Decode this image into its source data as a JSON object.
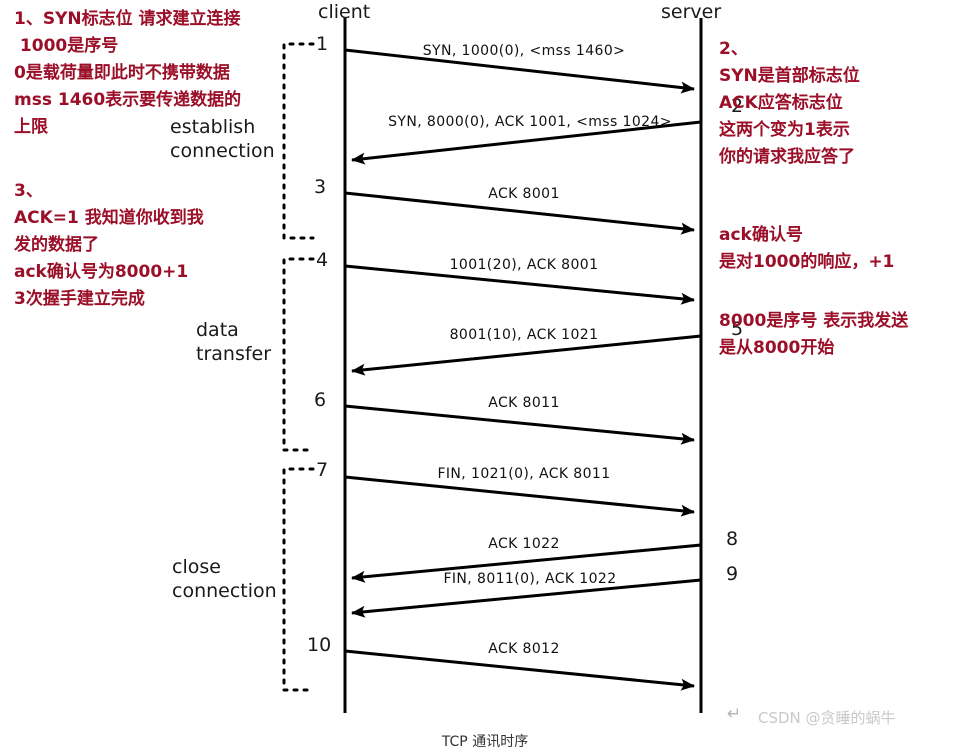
{
  "diagram": {
    "title": "TCP 通讯时序",
    "actors": {
      "client": "client",
      "server": "server"
    },
    "phase_labels": {
      "establish": "establish\nconnection",
      "data": "data\ntransfer",
      "close": "close\nconnection"
    },
    "messages": [
      {
        "id": 1,
        "text": "SYN, 1000(0), <mss 1460>",
        "direction": "c2s"
      },
      {
        "id": 2,
        "text": "SYN, 8000(0), ACK 1001, <mss 1024>",
        "direction": "s2c"
      },
      {
        "id": 3,
        "text": "ACK 8001",
        "direction": "c2s"
      },
      {
        "id": 4,
        "text": "1001(20), ACK 8001",
        "direction": "c2s"
      },
      {
        "id": 5,
        "text": "8001(10), ACK 1021",
        "direction": "s2c"
      },
      {
        "id": 6,
        "text": "ACK 8011",
        "direction": "c2s"
      },
      {
        "id": 7,
        "text": "FIN, 1021(0), ACK 8011",
        "direction": "c2s"
      },
      {
        "id": 8,
        "text": "ACK 1022",
        "direction": "s2c"
      },
      {
        "id": 9,
        "text": "FIN, 8011(0), ACK 1022",
        "direction": "s2c"
      },
      {
        "id": 10,
        "text": "ACK 8012",
        "direction": "c2s"
      }
    ],
    "step_numbers": {
      "client": [
        "1",
        "3",
        "4",
        "6",
        "7",
        "10"
      ],
      "server": [
        "2",
        "5",
        "8",
        "9"
      ]
    }
  },
  "annotations": {
    "left_1": "1、SYN标志位 请求建立连接\n 1000是序号\n0是载荷量即此时不携带数据\nmss 1460表示要传递数据的\n上限",
    "left_3": "3、\nACK=1 我知道你收到我\n发的数据了\nack确认号为8000+1\n3次握手建立完成",
    "right_2": "2、\nSYN是首部标志位\nACK应答标志位\n这两个变为1表示\n你的请求我应答了",
    "right_ack": "ack确认号\n是对1000的响应，+1",
    "right_seq": "8000是序号 表示我发送\n是从8000开始"
  },
  "watermark": {
    "text": "CSDN @贪睡的蜗牛",
    "arrow_glyph": "↵"
  },
  "colors": {
    "annotation_red": "#9b0f28",
    "line_black": "#000000",
    "watermark_gray": "#c9c9c9"
  }
}
